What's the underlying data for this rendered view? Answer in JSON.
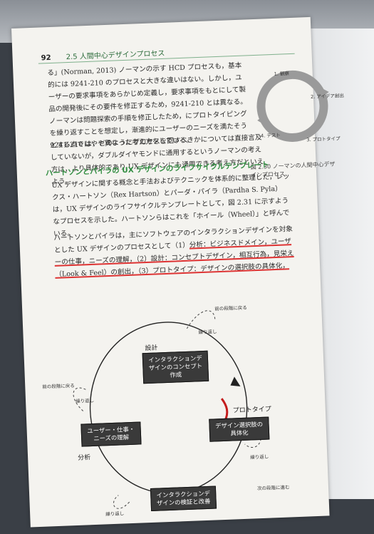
{
  "header": {
    "page_number": "92",
    "chapter": "2.5 人間中心デザインプロセス"
  },
  "paragraph1": "る」(Norman, 2013) ノーマンの示す HCD プロセスも，基本的には 9241-210 のプロセスと大きな違いはない。しかし，ユーザーの要求事項をあらかじめ定義し，要求事項をもとにして製品の開発後にその要件を修正するため，9241-210 とは異なる。ノーマンは問題探索の手順を修正したため，にプロトタイピングを繰り返すことを想定し，漸進的にユーザーのニーズを満たそうとする点ではやや異なった考え方をしている。",
  "paragraph2": "9241-210 は，どのようにプロセスを回すべきかについては直接言及していないが，ダブルダイヤモンドに通用するというノーマンの考え方は，より具体的であり UX デザインにも通用できる考え方だといえよう。",
  "section_heading": "ハートソンとパイラの UX デザインのライフサイクルテンプレート",
  "paragraph3": "UX デザインに関する概念と手法およびテクニックを体系的に整理した，レックス・ハートソン（Rex Hartson）とパーダ・パイラ（Pardha S. Pyla）は，UX デザインのライフサイクルテンプレートとして，図 2.31 に示すようなプロセスを示した。ハートソンらはこれを「ホイール（Wheel）」と呼んでいる。",
  "paragraph4_lead": "ハートソンとパイラは，主にソフトウェアのインタラクションデザインを対象とした UX デザインのプロセスとして（1）",
  "paragraph4_underlined": "分析：ビジネスドメイン，ユーザーの仕事，ニーズの理解，（2）設計：コンセプトデザイン，相互行為，見栄え（Look & Feel）の創出，（3）プロトタイプ：デザインの選択肢の具体化，",
  "small_figure": {
    "labels": [
      "1. 観察",
      "2. アイデア創出",
      "4. テスト",
      "3. プロトタイプ"
    ],
    "caption": "図 2.30 ノーマンの人間中心デザインプロセス"
  },
  "diagram": {
    "phase_design": "設計",
    "phase_prototype": "プロトタイプ",
    "phase_analysis": "分析",
    "node_design": "インタラクションデザインのコンセプト作成",
    "node_prototype": "デザイン選択肢の具体化",
    "node_analysis": "ユーザー・仕事・ニーズの理解",
    "node_evaluate": "インタラクションデザインの検証と改善",
    "loop_label": "繰り返し",
    "to_prev": "前の段階に戻る",
    "to_next": "次の段階に進む"
  },
  "colors": {
    "heading": "#2e8b3e",
    "underline": "#d33333",
    "node": "#3a3a3a"
  }
}
